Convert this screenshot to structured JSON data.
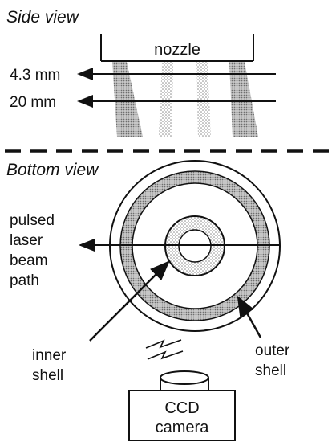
{
  "side_view": {
    "title": "Side view",
    "nozzle_label": "nozzle",
    "distances": [
      "4.3 mm",
      "20 mm"
    ]
  },
  "bottom_view": {
    "title": "Bottom view",
    "laser_label": [
      "pulsed",
      "laser",
      "beam",
      "path"
    ],
    "inner_label": [
      "inner",
      "shell"
    ],
    "outer_label": [
      "outer",
      "shell"
    ],
    "camera_label": [
      "CCD",
      "camera"
    ]
  },
  "colors": {
    "ink": "#111111",
    "shell_fill": "#b8b8b8",
    "dot_fill": "#808080"
  }
}
